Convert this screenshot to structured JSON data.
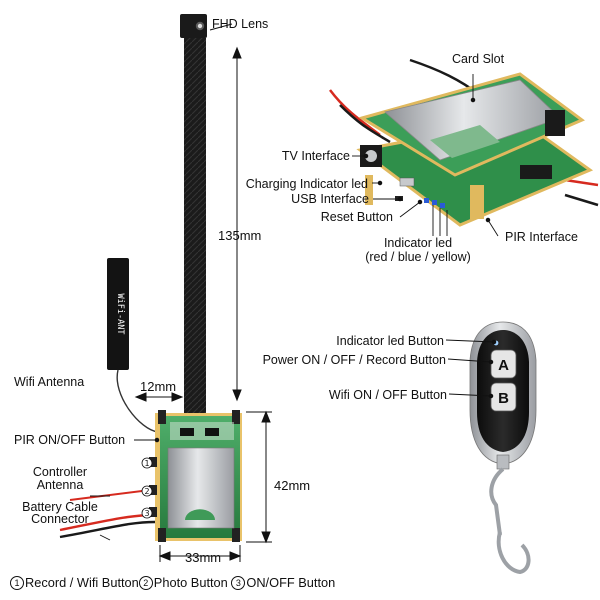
{
  "labels": {
    "fhd_lens": "FHD Lens",
    "card_slot": "Card Slot",
    "tv_interface": "TV Interface",
    "charging_led": "Charging Indicator led",
    "usb_interface": "USB Interface",
    "reset_button": "Reset Button",
    "indicator_led_1": "Indicator led",
    "indicator_led_2": "(red / blue / yellow)",
    "pir_interface": "PIR Interface",
    "length_135": "135mm",
    "wifi_antenna": "Wifi Antenna",
    "width_12": "12mm",
    "pir_onoff": "PIR ON/OFF Button",
    "controller_antenna_1": "Controller",
    "controller_antenna_2": "Antenna",
    "battery_cable_1": "Battery Cable",
    "battery_cable_2": "Connector",
    "height_42": "42mm",
    "width_33": "33mm",
    "indicator_led_button": "Indicator led Button",
    "power_record_button": "Power ON / OFF / Record Button",
    "wifi_onoff_button": "Wifi ON / OFF Button"
  },
  "remote": {
    "button_a": "A",
    "button_b": "B"
  },
  "antenna_text": "WiFi-ANT",
  "board_markers": [
    "1",
    "2",
    "3"
  ],
  "footer": [
    {
      "num": "1",
      "text": "Record / Wifi Button"
    },
    {
      "num": "2",
      "text": "Photo Button "
    },
    {
      "num": "3",
      "text": "ON/OFF Button"
    }
  ],
  "colors": {
    "pcb_green": "#2f8f4a",
    "cable": "#1b1b1b",
    "wire_red": "#d62a1f",
    "metal": "#b9bcc0"
  }
}
